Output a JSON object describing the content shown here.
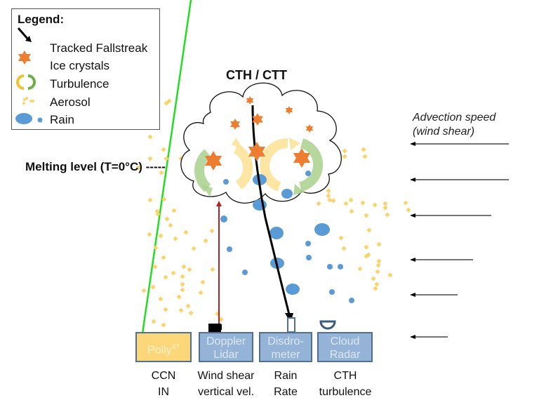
{
  "legend": {
    "title": "Legend:",
    "items": [
      {
        "label": "Tracked Fallstreak",
        "icon": "arrow-icon"
      },
      {
        "label": "Ice crystals",
        "icon": "star-icon"
      },
      {
        "label": "Turbulence",
        "icon": "cycle-arrows-icon"
      },
      {
        "label": "Aerosol",
        "icon": "aerosol-dots-icon"
      },
      {
        "label": "Rain",
        "icon": "rain-drops-icon"
      }
    ]
  },
  "cloud": {
    "title": "CTH / CTT"
  },
  "melting_level": {
    "label": "Melting level (T=0°C) -----"
  },
  "advection": {
    "line1": "Advection speed",
    "line2": "(wind shear)"
  },
  "instruments": [
    {
      "name": "Polly",
      "sup": "XT",
      "line1": "",
      "line2": "",
      "measure1": "CCN",
      "measure2": "IN"
    },
    {
      "name": "",
      "line1": "Doppler",
      "line2": "Lidar",
      "measure1": "Wind shear",
      "measure2": "vertical vel."
    },
    {
      "name": "",
      "line1": "Disdro-",
      "line2": "meter",
      "measure1": "Rain",
      "measure2": "Rate"
    },
    {
      "name": "",
      "line1": "Cloud",
      "line2": "Radar",
      "measure1": "CTH",
      "measure2": "turbulence"
    }
  ],
  "colors": {
    "ice": "#ed7d31",
    "rain": "#5b9bd5",
    "aerosol": "#fcd36a",
    "turb_yellow": "#fde29a",
    "turb_green": "#a9d18e",
    "laser": "#22dd22",
    "lidar_beam": "#b22222",
    "instrument_fill": "#95b3d7",
    "instrument_border": "#4f6f94",
    "polly_fill": "#fcd77a"
  }
}
